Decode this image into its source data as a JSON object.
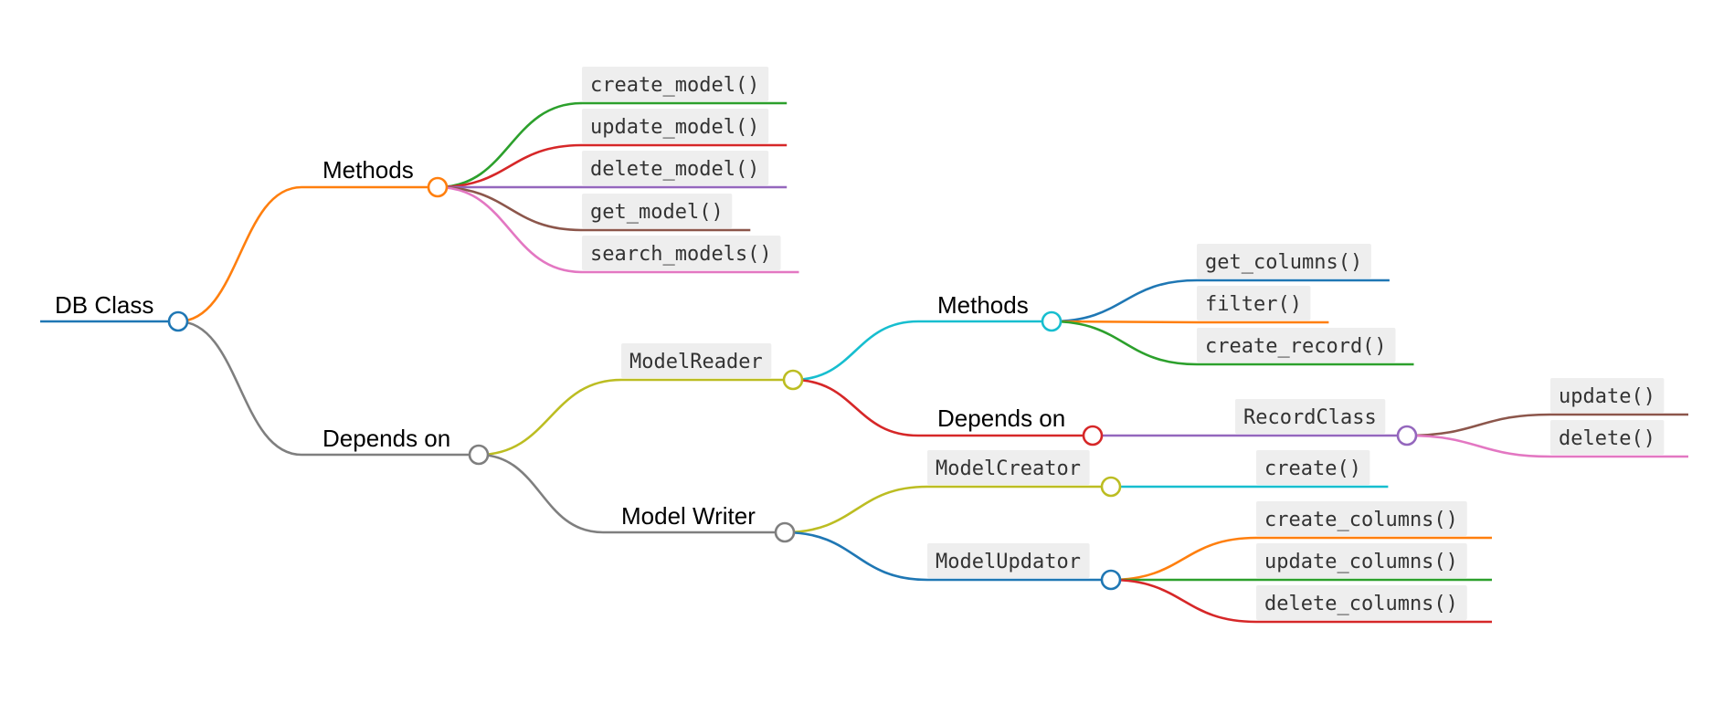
{
  "mindmap": {
    "root": {
      "label": "DB Class",
      "children": [
        {
          "label": "Methods",
          "children": [
            {
              "label": "create_model()"
            },
            {
              "label": "update_model()"
            },
            {
              "label": "delete_model()"
            },
            {
              "label": "get_model()"
            },
            {
              "label": "search_models()"
            }
          ]
        },
        {
          "label": "Depends on",
          "children": [
            {
              "label": "ModelReader",
              "children": [
                {
                  "label": "Methods",
                  "children": [
                    {
                      "label": "get_columns()"
                    },
                    {
                      "label": "filter()"
                    },
                    {
                      "label": "create_record()"
                    }
                  ]
                },
                {
                  "label": "Depends on",
                  "children": [
                    {
                      "label": "RecordClass",
                      "children": [
                        {
                          "label": "update()"
                        },
                        {
                          "label": "delete()"
                        }
                      ]
                    }
                  ]
                }
              ]
            },
            {
              "label": "Model Writer",
              "children": [
                {
                  "label": "ModelCreator",
                  "children": [
                    {
                      "label": "create()"
                    }
                  ]
                },
                {
                  "label": "ModelUpdator",
                  "children": [
                    {
                      "label": "create_columns()"
                    },
                    {
                      "label": "update_columns()"
                    },
                    {
                      "label": "delete_columns()"
                    }
                  ]
                }
              ]
            }
          ]
        }
      ]
    },
    "colors": {
      "blue": "#1f77b4",
      "orange": "#ff7f0e",
      "green": "#2ca02c",
      "red": "#d62728",
      "purple": "#9467bd",
      "brown": "#8c564b",
      "pink": "#e377c2",
      "gray": "#7f7f7f",
      "olive": "#bcbd22",
      "cyan": "#17becf"
    }
  }
}
